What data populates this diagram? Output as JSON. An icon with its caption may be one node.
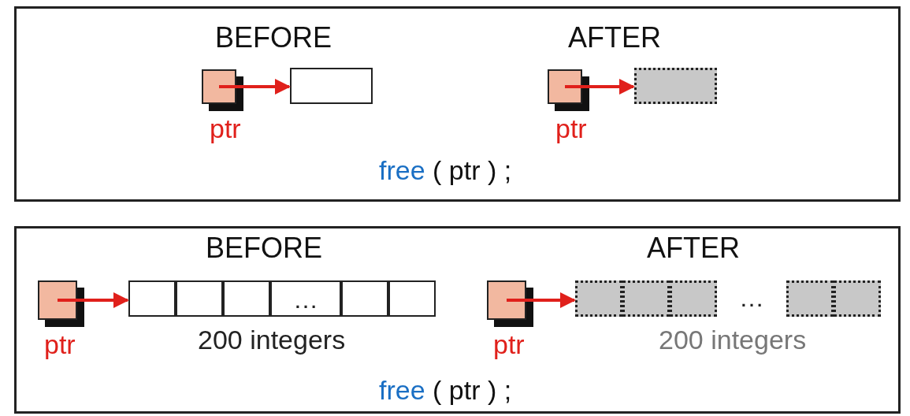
{
  "diagram": {
    "nodes": [
      {
        "text": [],
        "shape": "box"
      },
      {
        "text": [],
        "shape": "box",
        "in": 0,
        "beside": [
          "ptr"
        ]
      },
      {
        "text": [],
        "shape": "box",
        "in": 0
      },
      {
        "text": [],
        "shape": "box",
        "in": 0,
        "beside": [
          "ptr"
        ]
      },
      {
        "text": [],
        "shape": "box",
        "in": 0
      },
      {
        "text": [],
        "shape": "box"
      },
      {
        "text": [],
        "shape": "box",
        "in": 5,
        "beside": [
          "ptr"
        ]
      },
      {
        "text": [],
        "shape": "bar",
        "in": 5,
        "beside": [
          "200 integers"
        ]
      },
      {
        "text": [],
        "shape": "box",
        "in": 7
      },
      {
        "text": [],
        "shape": "box",
        "in": 7
      },
      {
        "text": [],
        "shape": "box",
        "in": 7
      },
      {
        "text": [
          "…"
        ],
        "in": 7
      },
      {
        "text": [],
        "shape": "box",
        "in": 7
      },
      {
        "text": [],
        "shape": "box",
        "in": 7
      },
      {
        "text": [],
        "shape": "box",
        "in": 5,
        "beside": [
          "ptr"
        ]
      },
      {
        "text": [],
        "shape": "bar",
        "in": 5,
        "beside": [
          "200 integers"
        ]
      },
      {
        "text": [],
        "shape": "box",
        "in": 15
      },
      {
        "text": [],
        "shape": "box",
        "in": 15
      },
      {
        "text": [],
        "shape": "box",
        "in": 15
      },
      {
        "text": [
          "…"
        ],
        "in": 15
      },
      {
        "text": [],
        "shape": "box",
        "in": 15
      },
      {
        "text": [],
        "shape": "box",
        "in": 15
      }
    ],
    "edges": [
      {
        "from": 1,
        "to": 2,
        "arrow": "to"
      },
      {
        "from": 3,
        "to": 4,
        "arrow": "to"
      },
      {
        "from": 6,
        "to": 7,
        "arrow": "to"
      },
      {
        "from": 14,
        "to": 15,
        "arrow": "to"
      }
    ],
    "labels": [
      "BEFORE",
      "AFTER",
      "free ( ptr ) ;",
      "BEFORE",
      "AFTER",
      "free ( ptr ) ;"
    ]
  }
}
